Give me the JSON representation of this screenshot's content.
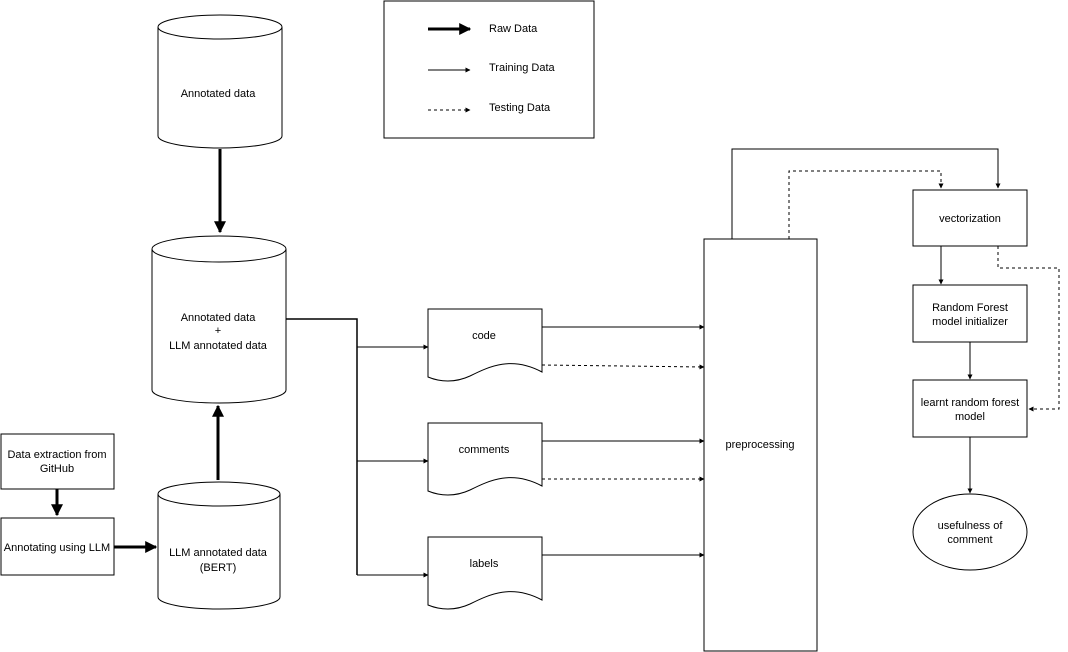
{
  "legend": {
    "raw": "Raw Data",
    "training": "Training Data",
    "testing": "Testing Data"
  },
  "nodes": {
    "annotated_data": "Annotated data",
    "combined_line1": "Annotated data",
    "combined_line2": "+",
    "combined_line3": "LLM annotated data",
    "extraction_line1": "Data extraction from",
    "extraction_line2": "GitHub",
    "annotating": "Annotating using LLM",
    "llm_line1": "LLM annotated data",
    "llm_line2": "(BERT)",
    "code": "code",
    "comments": "comments",
    "labels": "labels",
    "preprocessing": "preprocessing",
    "vectorization": "vectorization",
    "rf_init_line1": "Random Forest",
    "rf_init_line2": "model initializer",
    "learnt_line1": "learnt random forest",
    "learnt_line2": "model",
    "usefulness_line1": "usefulness of",
    "usefulness_line2": "comment"
  },
  "colors": {
    "stroke": "#000000",
    "fill": "#ffffff"
  }
}
